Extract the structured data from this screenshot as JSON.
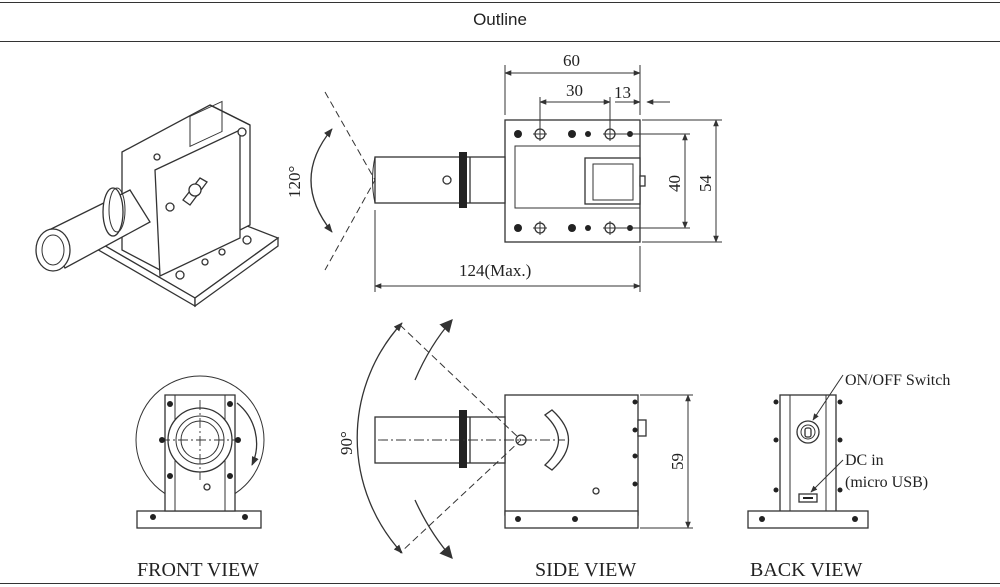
{
  "header": {
    "title": "Outline"
  },
  "dimensions": {
    "width_60": "60",
    "width_30": "30",
    "width_13": "13",
    "height_40": "40",
    "height_54": "54",
    "length_max": "124(Max.)",
    "angle_120": "120°",
    "angle_90": "90°",
    "height_59": "59"
  },
  "views": {
    "front": "FRONT VIEW",
    "side": "SIDE VIEW",
    "back": "BACK VIEW"
  },
  "callouts": {
    "switch": "ON/OFF Switch",
    "dc_line1": "DC in",
    "dc_line2": "(micro USB)"
  },
  "icons": {
    "screw": "screw-icon",
    "rotation": "rotation-arrow-icon"
  }
}
